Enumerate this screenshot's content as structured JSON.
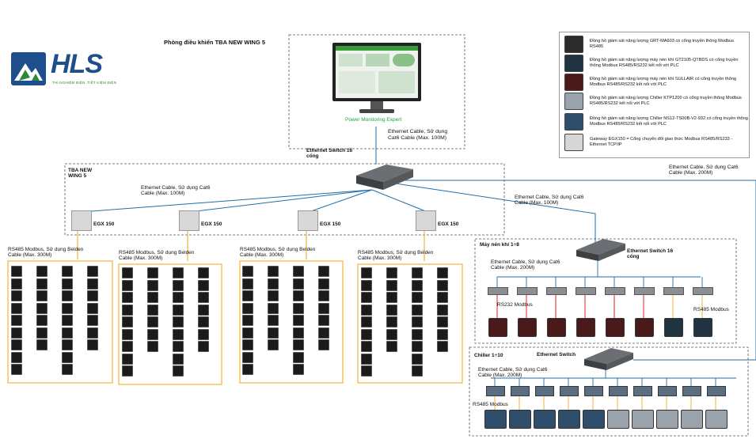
{
  "logo": {
    "text": "HLS",
    "tagline": "THÍ NGHIỆM ĐIỆN, TIẾT KIỆM ĐIỆN"
  },
  "control_room": {
    "title": "Phòng điều khiển TBA NEW WING 5",
    "software_label": "Power Monitoring Expert",
    "uplink_cable": "Ethernet Cable, Sử dụng Cat6 Cable (Max. 100M)"
  },
  "main_switch": {
    "label": "Ethernet Switch 16 cổng"
  },
  "substation": {
    "title": "TBA NEW WING 5",
    "cable": "Ethernet Cable, Sử dụng Cat6 Cable (Max. 100M)"
  },
  "gateways": [
    {
      "label": "EGX 150",
      "bus": "RS485 Modbus, Sử dụng Belden Cable (Max. 300M)"
    },
    {
      "label": "EGX 150",
      "bus": "RS485 Modbus, Sử dụng Belden Cable (Max. 300M)"
    },
    {
      "label": "EGX 150",
      "bus": "RS485 Modbus, Sử dụng Belden Cable (Max. 300M)"
    },
    {
      "label": "EGX 150",
      "bus": "RS485 Modbus, Sử dụng Belden Cable (Max. 300M)"
    }
  ],
  "compressor_link": {
    "cable": "Ethernet Cable, Sử dụng Cat6 Cable (Max. 100M)"
  },
  "chiller_link": {
    "cable": "Ethernet Cable, Sử dụng Cat6 Cable (Max. 200M)"
  },
  "compressor_group": {
    "title": "Máy nén khí 1÷8",
    "switch_label": "Ethernet Switch 16 cổng",
    "cable": "Ethernet Cable, Sử dụng Cat6 Cable (Max. 200M)",
    "rs232": "RS232 Modbus",
    "rs485": "RS485 Modbus"
  },
  "chiller_group": {
    "title": "Chiller 1÷10",
    "switch_label": "Ethernet Switch",
    "cable": "Ethernet Cable, Sử dụng Cat6 Cable (Max. 200M)",
    "rs485": "RS485 Modbus"
  },
  "legend": [
    {
      "icon": "meter-grt-icon",
      "color": "#2b2b2b",
      "text": "Đồng hồ giám sát năng lượng GRT-MA603 có cổng truyền thông Modbus RS485"
    },
    {
      "icon": "compressor-qt105-icon",
      "color": "#1f3340",
      "text": "Đồng hồ giám sát năng lượng máy nén khí GT2105-QTBDS có cổng truyền thông Modbus RS485/RS232 kết nối với PLC"
    },
    {
      "icon": "compressor-sullair-icon",
      "color": "#4a1a1a",
      "text": "Đồng hồ giám sát năng lượng máy nén khí SULLAIR có cổng truyền thông Modbus RS485/RS232 kết nối với PLC"
    },
    {
      "icon": "chiller-ktp1200-icon",
      "color": "#9aa3ab",
      "text": "Đồng hồ giám sát năng lượng Chiller KTP1200 có cổng truyền thông Modbus RS485/RS232 kết nối với PLC"
    },
    {
      "icon": "chiller-ns12-icon",
      "color": "#2e4e6b",
      "text": "Đồng hồ giám sát năng lượng Chiller NS12-TS00B-V2-932 có cổng truyền thông Modbus RS485/RS232 kết nối với PLC"
    },
    {
      "icon": "gateway-egx150-icon",
      "color": "#d6d6d6",
      "text": "Gateway EGX150 = Cổng chuyển đổi giao thức Modbus RS485/RS233 - Ethernet TCP/IP"
    }
  ]
}
